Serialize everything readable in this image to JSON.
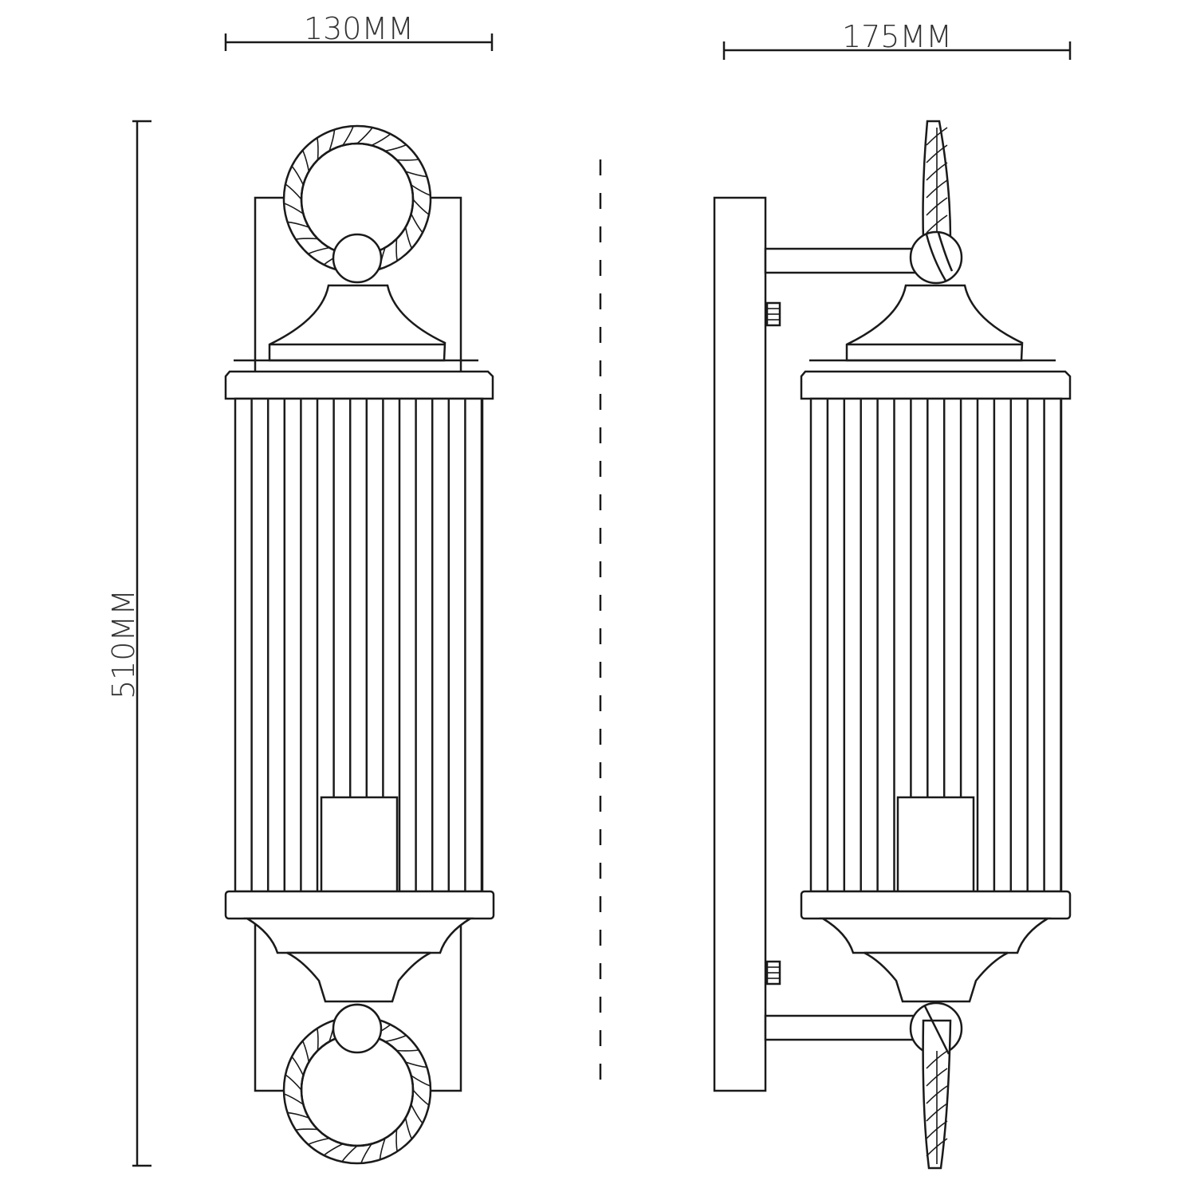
{
  "dimensions": {
    "front_width": "130MM",
    "side_depth": "175MM",
    "height": "510MM"
  },
  "colors": {
    "line": "#1a1a1a",
    "text": "#333333",
    "background": "#ffffff"
  }
}
